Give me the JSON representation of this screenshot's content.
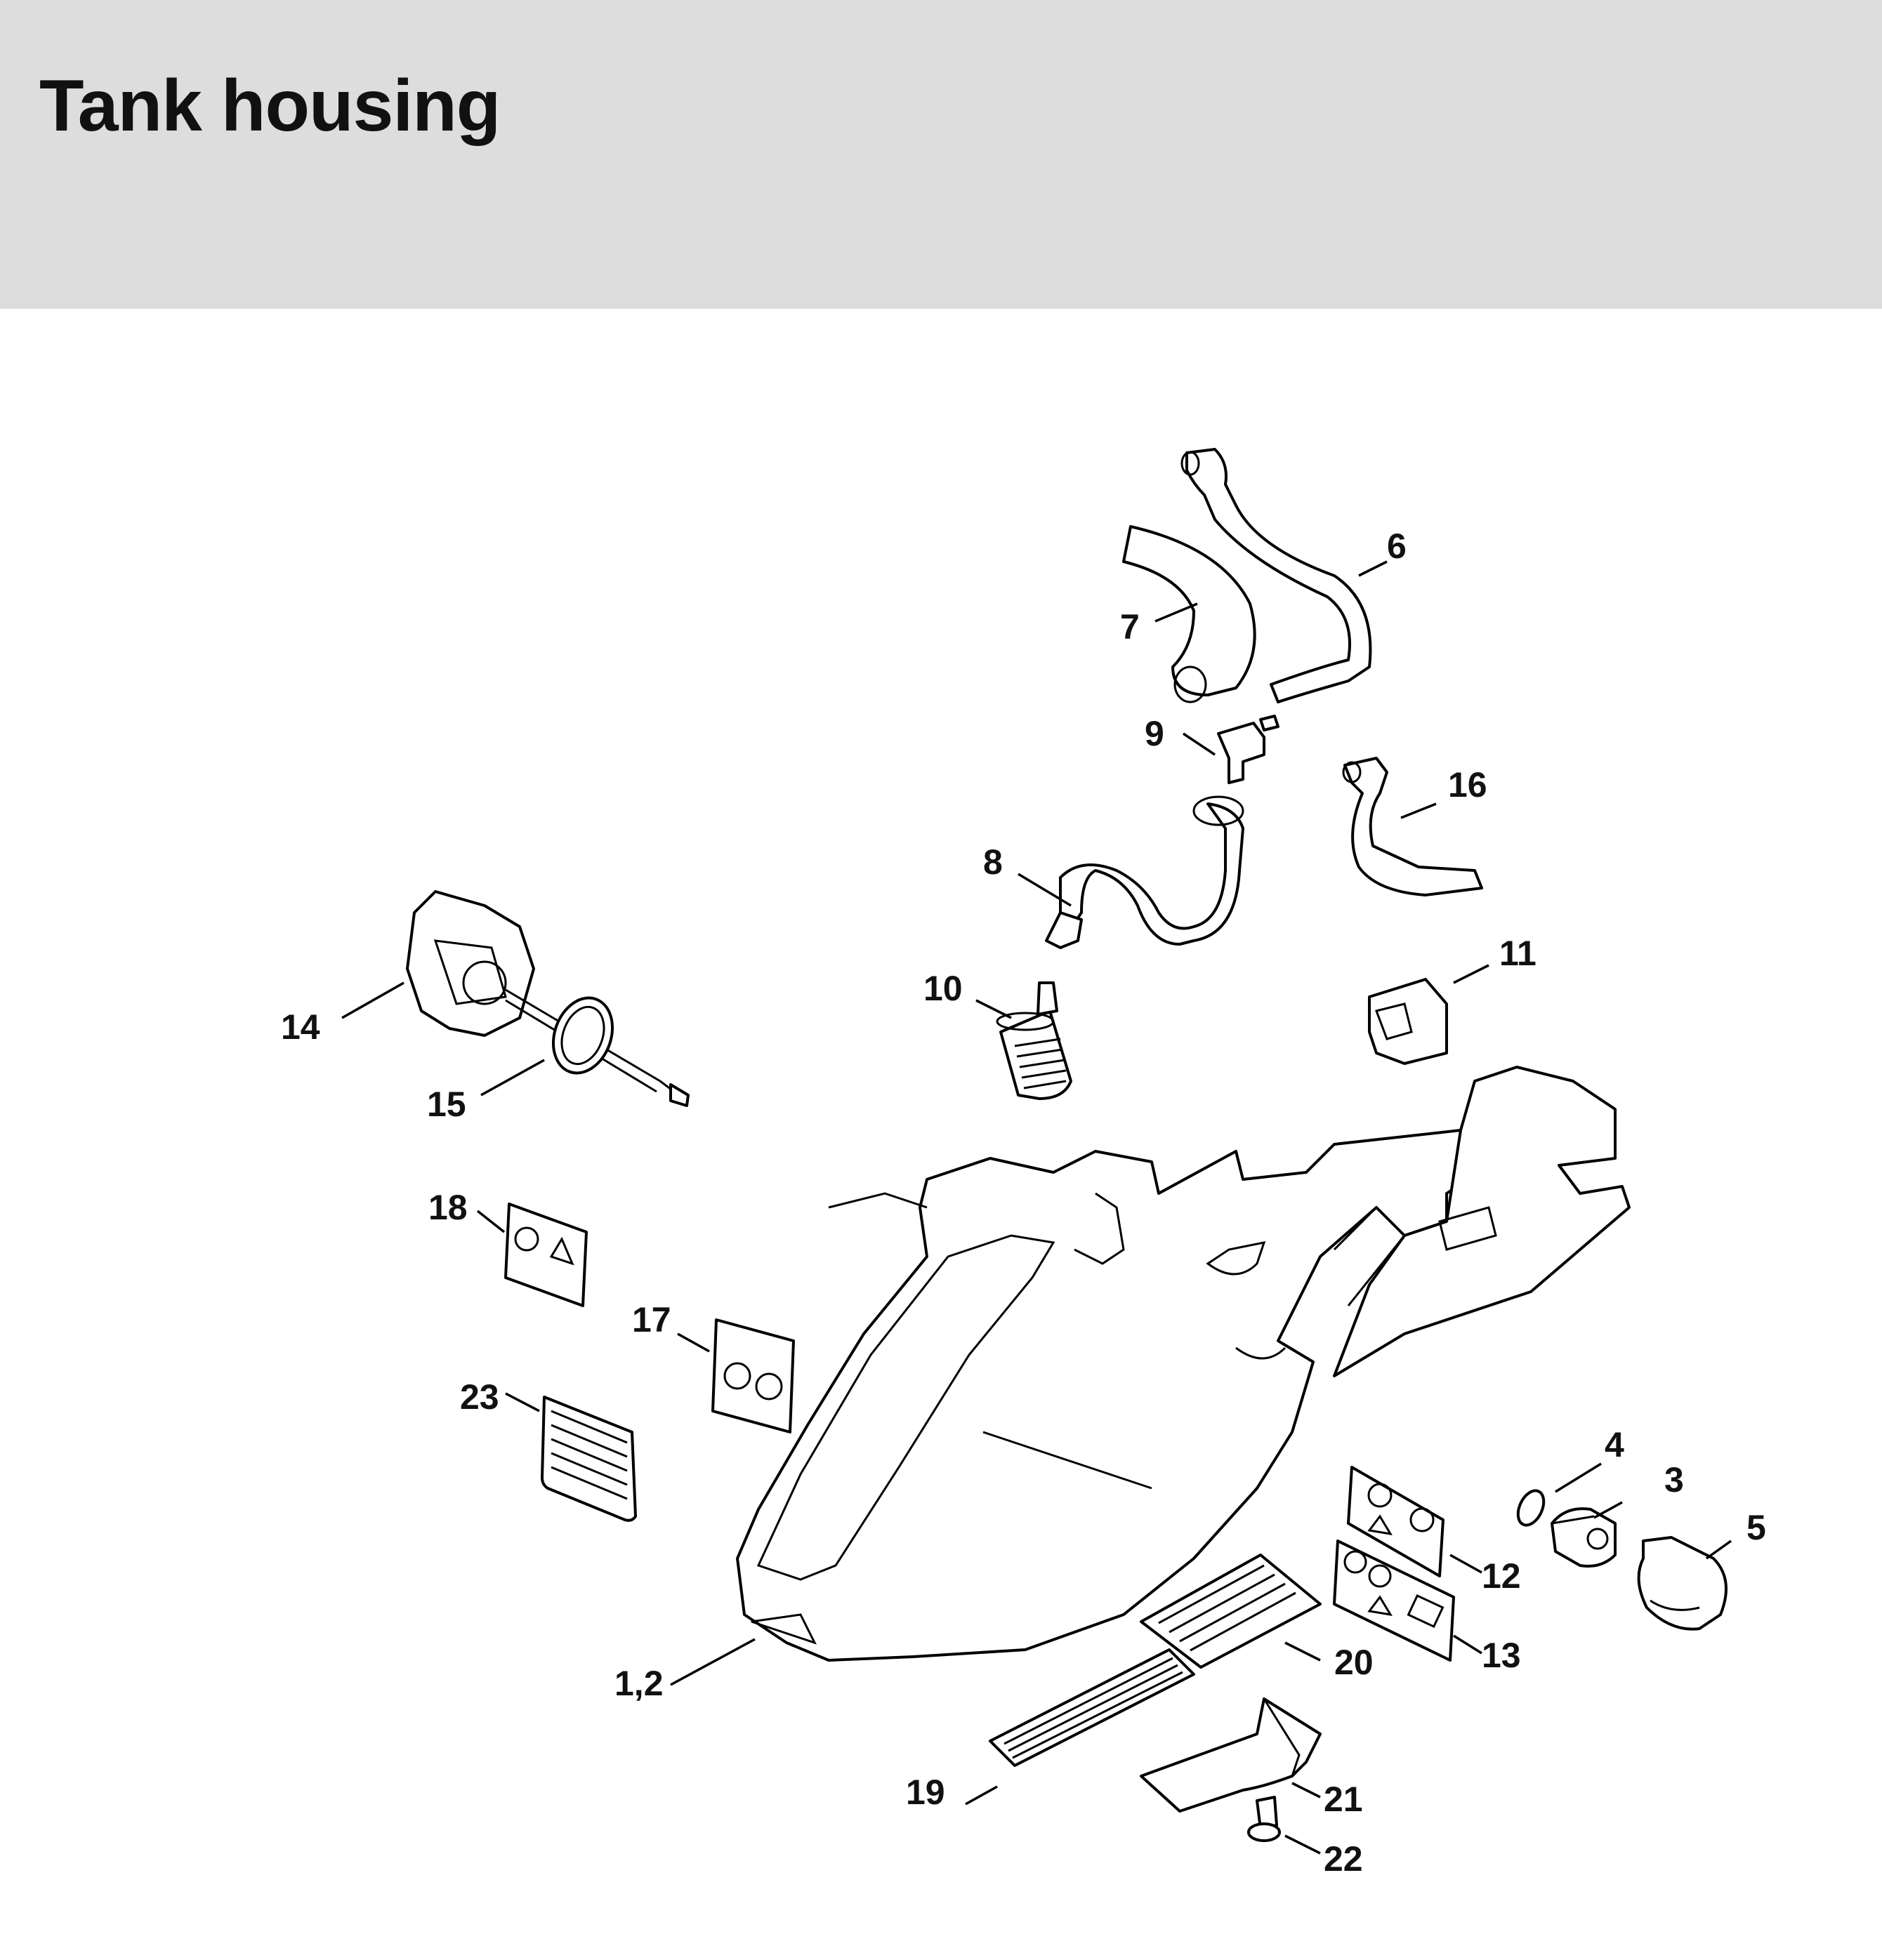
{
  "title": "Tank housing",
  "callouts": {
    "c1_2": "1,2",
    "c3": "3",
    "c4": "4",
    "c5": "5",
    "c6": "6",
    "c7": "7",
    "c8": "8",
    "c9": "9",
    "c10": "10",
    "c11": "11",
    "c12": "12",
    "c13": "13",
    "c14": "14",
    "c15": "15",
    "c16": "16",
    "c17": "17",
    "c18": "18",
    "c19": "19",
    "c20": "20",
    "c21": "21",
    "c22": "22",
    "c23": "23"
  },
  "colors": {
    "header_bg": "#dcdddc",
    "ink": "#000000",
    "paper": "#ffffff"
  }
}
